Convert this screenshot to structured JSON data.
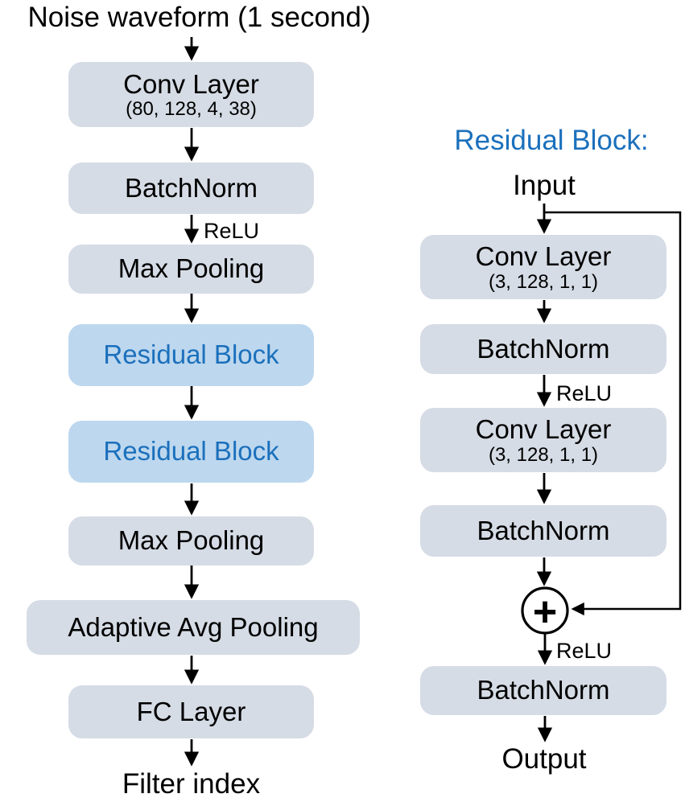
{
  "colors": {
    "box_gray": "#D6DCE5",
    "box_blue": "#BDD7EE",
    "accent_blue": "#1B70BC",
    "line_black": "#000000"
  },
  "left_flow": {
    "source_label": "Noise waveform (1 second)",
    "sink_label": "Filter index",
    "relu_label": "ReLU",
    "nodes": [
      {
        "label": "Conv Layer",
        "sublabel": "(80, 128, 4, 38)"
      },
      {
        "label": "BatchNorm"
      },
      {
        "label": "Max Pooling"
      },
      {
        "label": "Residual Block"
      },
      {
        "label": "Residual Block"
      },
      {
        "label": "Max Pooling"
      },
      {
        "label": "Adaptive Avg Pooling"
      },
      {
        "label": "FC Layer"
      }
    ]
  },
  "right_flow": {
    "title": "Residual Block:",
    "source_label": "Input",
    "sink_label": "Output",
    "relu_label_1": "ReLU",
    "relu_label_2": "ReLU",
    "plus_symbol": "+",
    "nodes": [
      {
        "label": "Conv Layer",
        "sublabel": "(3, 128, 1, 1)"
      },
      {
        "label": "BatchNorm"
      },
      {
        "label": "Conv Layer",
        "sublabel": "(3, 128, 1, 1)"
      },
      {
        "label": "BatchNorm"
      },
      {
        "label": "BatchNorm"
      }
    ]
  }
}
